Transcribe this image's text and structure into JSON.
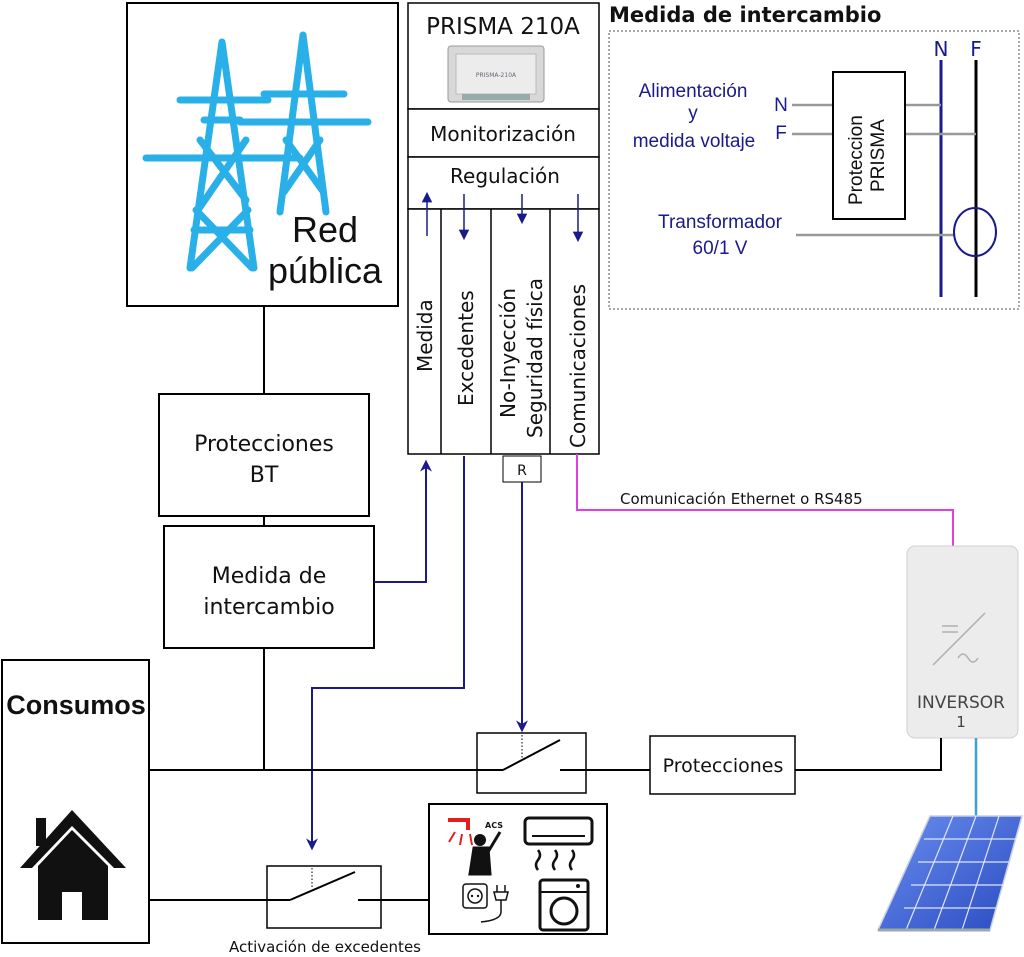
{
  "red_publica": {
    "line1": "Red",
    "line2": "pública"
  },
  "prisma": {
    "title": "PRISMA 210A",
    "device_label": "PRISMA-210A",
    "monitorizacion": "Monitorización",
    "regulacion": "Regulación",
    "columns": [
      "Medida",
      "Excedentes",
      "No-Inyección",
      "Seguridad física",
      "Comunicaciones"
    ],
    "relay_label": "R"
  },
  "inset": {
    "title": "Medida de intercambio",
    "n_label": "N",
    "f_label": "F",
    "alimentacion": [
      "Alimentación",
      "y",
      "medida voltaje"
    ],
    "n_small": "N",
    "f_small": "F",
    "proteccion": [
      "Proteccion",
      "PRISMA"
    ],
    "transformador": [
      "Transformador",
      "60/1 V"
    ]
  },
  "protecciones_bt": [
    "Protecciones",
    "BT"
  ],
  "medida_intercambio_box": [
    "Medida de",
    "intercambio"
  ],
  "consumos": "Consumos",
  "comunicacion": "Comunicación Ethernet o RS485",
  "inversor": [
    "INVERSOR",
    "1"
  ],
  "protecciones": "Protecciones",
  "activacion": "Activación de excedentes",
  "loads": {
    "acs_label": "ACS"
  },
  "colors": {
    "blue_line": "#1a1a8c",
    "magenta": "#e040e0",
    "tower_blue": "#2ab0e8",
    "solar_line": "#3aa0d8"
  }
}
